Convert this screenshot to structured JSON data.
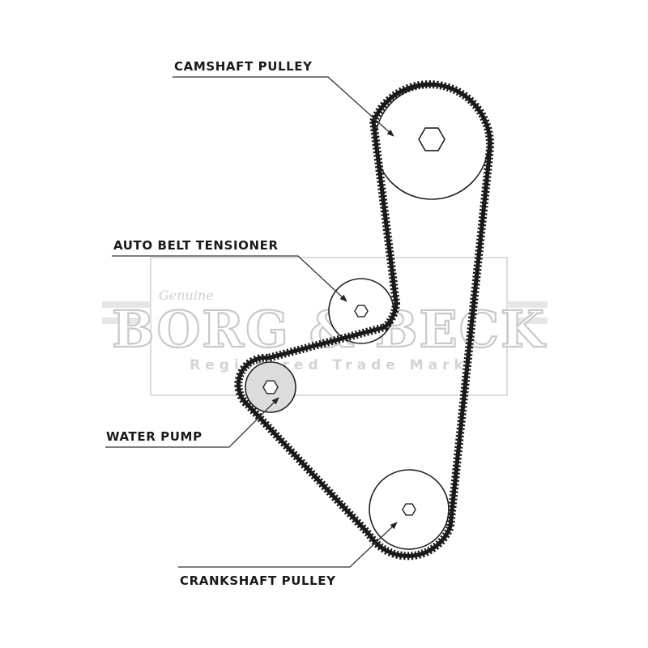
{
  "labels": {
    "camshaft": "CAMSHAFT PULLEY",
    "tensioner": "AUTO BELT TENSIONER",
    "water_pump": "WATER PUMP",
    "crankshaft": "CRANKSHAFT PULLEY"
  },
  "watermark": {
    "script": "Genuine",
    "brand": "BORG & BECK",
    "trademark": "Registered Trade Mark"
  }
}
